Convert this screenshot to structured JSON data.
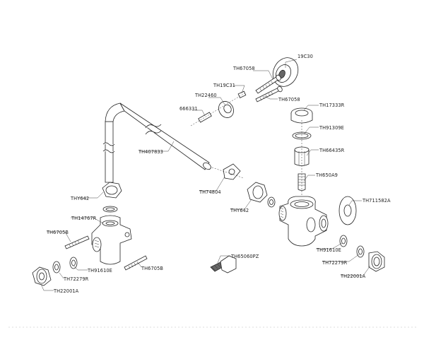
{
  "labels": {
    "l_19c30": "19C30",
    "l_th67058_top": "TH67058",
    "l_th19c31": "TH19C31",
    "l_th22460": "TH22460",
    "l_th67058_mid": "TH67058",
    "l_666331": "666331",
    "l_th17333r": "TH17333R",
    "l_th91309e": "TH91309E",
    "l_th407833": "TH407833",
    "l_th66435r": "TH66435R",
    "l_th650a9": "TH650A9",
    "l_thy642_left": "THY642",
    "l_th74804": "TH74804",
    "l_th711582a": "TH711582A",
    "l_thy642_mid": "THY642",
    "l_th14767r": "TH14767R",
    "l_th6705b_left": "TH6705B",
    "l_th91610e_right": "TH91610E",
    "l_th65060pz": "TH65060PZ",
    "l_th91610e_left": "TH91610E",
    "l_th72279r_right": "TH72279R",
    "l_th6705b_bottom": "TH6705B",
    "l_th72279r_left": "TH72279R",
    "l_th22001a_right": "TH22001A",
    "l_th22001a_left": "TH22001A"
  }
}
